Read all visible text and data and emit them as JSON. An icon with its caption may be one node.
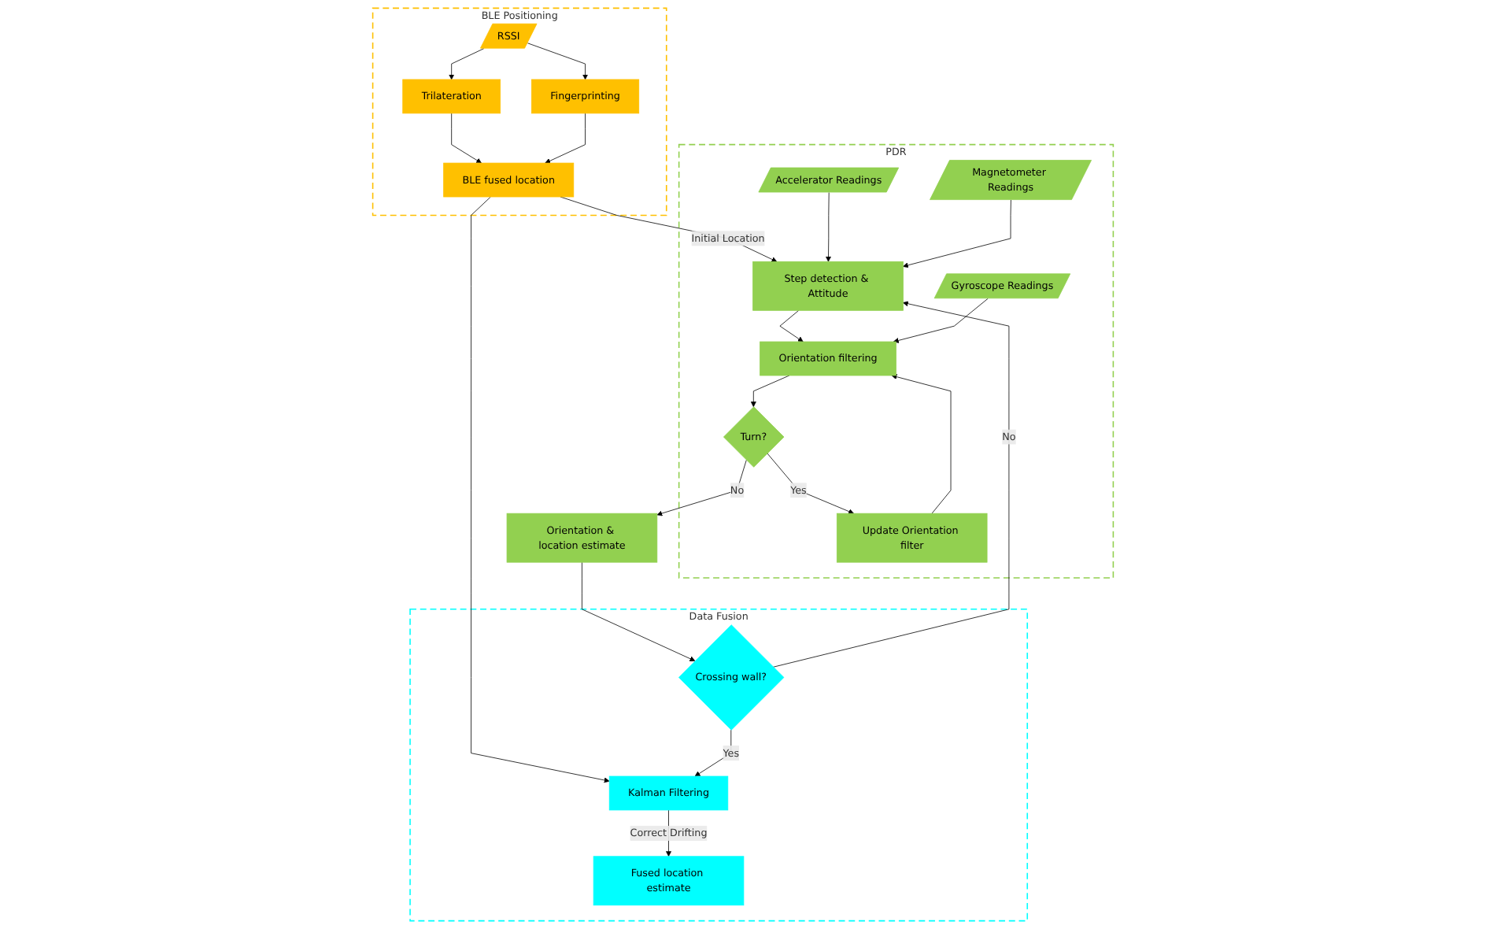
{
  "diagram": {
    "nodes": [
      {
        "text": [
          "BLE Positioning"
        ]
      },
      {
        "text": [
          "RSSI"
        ],
        "in": 0
      },
      {
        "text": [
          "Trilateration"
        ],
        "in": 0
      },
      {
        "text": [
          "Fingerprinting"
        ],
        "in": 0
      },
      {
        "text": [
          "BLE fused location"
        ],
        "in": 0
      },
      {
        "text": [
          "Data Fusion"
        ]
      },
      {
        "text": [
          "Kalman Filtering"
        ],
        "in": 5
      },
      {
        "text": [
          "Fused location estimate"
        ],
        "in": 5
      },
      {
        "text": [
          "Crossing wall?"
        ],
        "in": 5
      },
      {
        "text": [
          "PDR"
        ]
      },
      {
        "text": [
          "Update Orientation filter"
        ],
        "in": 9
      },
      {
        "text": [
          "Orientation filtering"
        ],
        "in": 9
      },
      {
        "text": [
          "Turn?"
        ],
        "in": 9
      },
      {
        "text": [
          "Orientation & location estimate"
        ]
      },
      {
        "text": [
          "Step detection & Attitude"
        ],
        "in": 9
      },
      {
        "text": [
          "Gyroscope Readings"
        ],
        "in": 9
      },
      {
        "text": [
          "Accelerator Readings"
        ],
        "in": 9
      },
      {
        "text": [
          "Magnetometer Readings"
        ],
        "in": 9
      }
    ],
    "edges": [
      {
        "from": 1,
        "to": 2,
        "arrow": "to"
      },
      {
        "from": 1,
        "to": 3,
        "arrow": "to"
      },
      {
        "from": 2,
        "to": 4,
        "arrow": "to"
      },
      {
        "from": 3,
        "to": 4,
        "arrow": "to"
      },
      {
        "from": 4,
        "to": 6,
        "arrow": "to"
      },
      {
        "from": 4,
        "to": 14,
        "arrow": "to",
        "label": "Initial Location"
      },
      {
        "from": 6,
        "to": 7,
        "arrow": "to",
        "label": "Correct Drifting"
      },
      {
        "from": 8,
        "to": 6,
        "arrow": "to",
        "label": "Yes"
      },
      {
        "from": 8,
        "to": 14,
        "arrow": "to",
        "label": "No"
      },
      {
        "from": 12,
        "to": 10,
        "arrow": "to",
        "label": "Yes"
      },
      {
        "from": 10,
        "to": 11,
        "arrow": "to"
      },
      {
        "from": 11,
        "to": 12,
        "arrow": "to"
      },
      {
        "from": 12,
        "to": 13,
        "arrow": "to",
        "label": "No"
      },
      {
        "from": 13,
        "to": 8,
        "arrow": "to"
      },
      {
        "from": 14,
        "to": 11,
        "arrow": "to"
      },
      {
        "from": 15,
        "to": 11,
        "arrow": "to"
      },
      {
        "from": 16,
        "to": 14,
        "arrow": "to"
      },
      {
        "from": 17,
        "to": 14,
        "arrow": "to"
      }
    ]
  }
}
